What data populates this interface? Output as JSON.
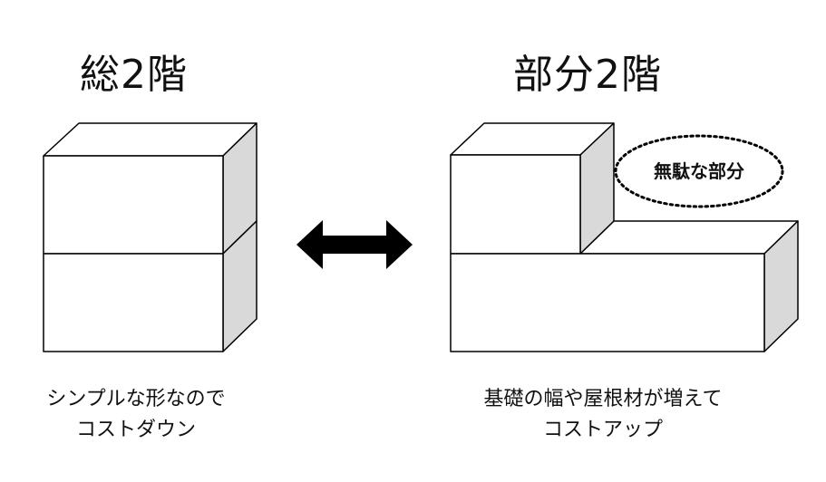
{
  "left": {
    "title": "総2階",
    "caption_line1": "シンプルな形なので",
    "caption_line2": "コストダウン"
  },
  "right": {
    "title": "部分2階",
    "caption_line1": "基礎の幅や屋根材が増えて",
    "caption_line2": "コストアップ",
    "callout": "無駄な部分"
  },
  "icons": {
    "compare": "double-headed-arrow-icon"
  },
  "colors": {
    "face_front": "#ffffff",
    "face_side": "#d9d9d9",
    "stroke": "#000000"
  }
}
